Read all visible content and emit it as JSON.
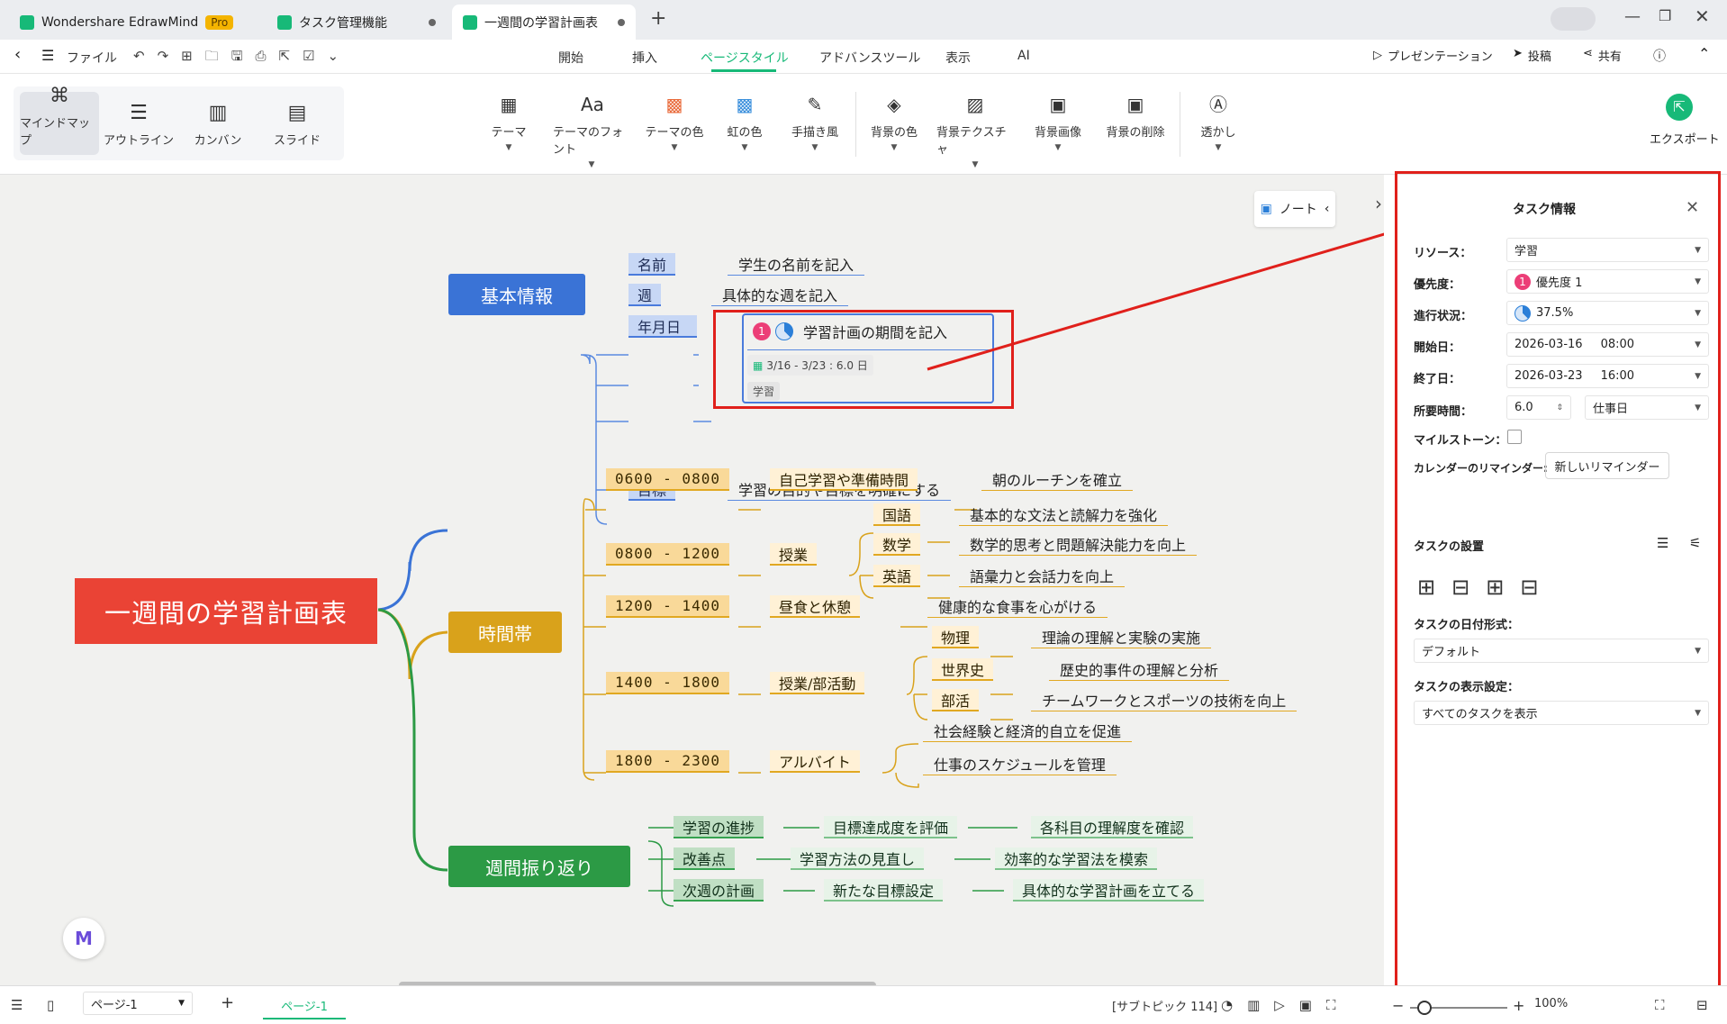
{
  "app": {
    "name": "Wondershare EdrawMind",
    "pro": "Pro"
  },
  "tabs": [
    {
      "label": "タスク管理機能"
    },
    {
      "label": "一週間の学習計画表"
    }
  ],
  "menu": {
    "file": "ファイル",
    "items": [
      "開始",
      "挿入",
      "ページスタイル",
      "アドバンスツール",
      "表示",
      "AI"
    ],
    "active": "ページスタイル",
    "right": {
      "present": "プレゼンテーション",
      "post": "投稿",
      "share": "共有"
    }
  },
  "views": [
    "マインドマップ",
    "アウトライン",
    "カンバン",
    "スライド"
  ],
  "ribbon": [
    "テーマ",
    "テーマのフォント",
    "テーマの色",
    "虹の色",
    "手描き風",
    "背景の色",
    "背景テクスチャ",
    "背景画像",
    "背景の削除",
    "透かし"
  ],
  "export_label": "エクスポート",
  "note_label": "ノート",
  "map": {
    "root": "一週間の学習計画表",
    "basic": {
      "title": "基本情報",
      "items": [
        {
          "tag": "名前",
          "text": "学生の名前を記入"
        },
        {
          "tag": "週",
          "text": "具体的な週を記入"
        },
        {
          "tag": "年月日",
          "text": "学習計画の期間を記入"
        },
        {
          "tag": "目標",
          "text": "学習の目的や目標を明確にする"
        }
      ]
    },
    "task": {
      "priority": "1",
      "date": "3/16 - 3/23 : 6.0 日",
      "resource": "学習"
    },
    "time": {
      "title": "時間帯",
      "slots": [
        {
          "time": "0600 - 0800",
          "act": "自己学習や準備時間",
          "detail": "朝のルーチンを確立"
        },
        {
          "time": "0800 - 1200",
          "act": "授業",
          "subs": [
            {
              "s": "国語",
              "d": "基本的な文法と読解力を強化"
            },
            {
              "s": "数学",
              "d": "数学的思考と問題解決能力を向上"
            },
            {
              "s": "英語",
              "d": "語彙力と会話力を向上"
            }
          ]
        },
        {
          "time": "1200 - 1400",
          "act": "昼食と休憩",
          "detail": "健康的な食事を心がける"
        },
        {
          "time": "1400 - 1800",
          "act": "授業/部活動",
          "subs": [
            {
              "s": "物理",
              "d": "理論の理解と実験の実施"
            },
            {
              "s": "世界史",
              "d": "歴史的事件の理解と分析"
            },
            {
              "s": "部活",
              "d": "チームワークとスポーツの技術を向上"
            }
          ]
        },
        {
          "time": "1800 - 2300",
          "act": "アルバイト",
          "subs2": [
            "社会経験と経済的自立を促進",
            "仕事のスケジュールを管理"
          ]
        }
      ]
    },
    "review": {
      "title": "週間振り返り",
      "items": [
        {
          "tag": "学習の進捗",
          "a": "目標達成度を評価",
          "b": "各科目の理解度を確認"
        },
        {
          "tag": "改善点",
          "a": "学習方法の見直し",
          "b": "効率的な学習法を模索"
        },
        {
          "tag": "次週の計画",
          "a": "新たな目標設定",
          "b": "具体的な学習計画を立てる"
        }
      ]
    }
  },
  "panel": {
    "title": "タスク情報",
    "resource_label": "リソース：",
    "resource": "学習",
    "priority_label": "優先度：",
    "priority": "優先度 1",
    "progress_label": "進行状況：",
    "progress": "37.5%",
    "progress_value": 0.375,
    "start_label": "開始日：",
    "start_date": "2026-03-16",
    "start_time": "08:00",
    "end_label": "終了日：",
    "end_date": "2026-03-23",
    "end_time": "16:00",
    "duration_label": "所要時間：",
    "duration": "6.0",
    "duration_unit": "仕事日",
    "milestone_label": "マイルストーン：",
    "reminder_label": "カレンダーのリマインダー:",
    "reminder_btn": "新しいリマインダー",
    "settings_title": "タスクの設置",
    "date_format_label": "タスクの日付形式：",
    "date_format": "デフォルト",
    "display_label": "タスクの表示設定：",
    "display": "すべてのタスクを表示"
  },
  "status": {
    "page_sel": "ページ-1",
    "page_tab": "ページ-1",
    "subtopic": "[サブトピック 114]",
    "zoom": "100%"
  },
  "colors": {
    "accent": "#17b978",
    "annotation": "#e0201b",
    "root": "#ea4335",
    "blue": "#3a73d6",
    "gold": "#d9a21b",
    "green": "#2c9a45"
  }
}
